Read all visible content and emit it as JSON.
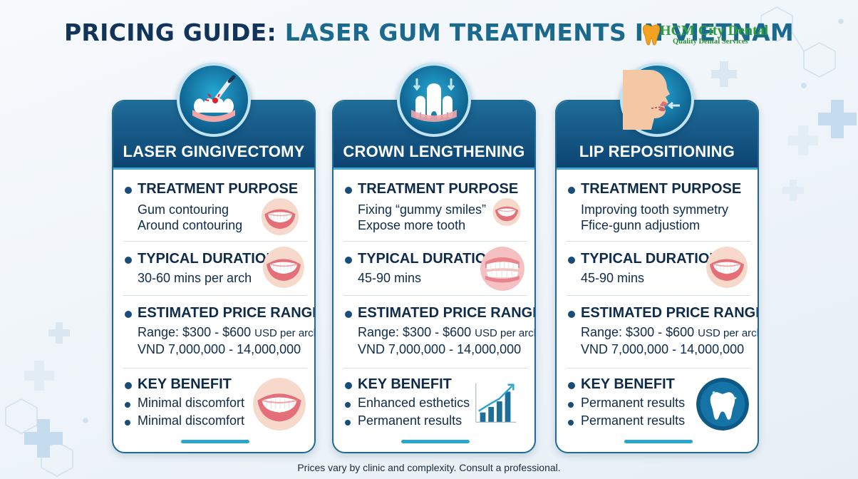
{
  "title": {
    "part1": "PRICING GUIDE: ",
    "part2": "LASER GUM TREATMENTS IN VIETNAM"
  },
  "logo": {
    "name": "HCM City Dental",
    "tagline": "Quality Dental Services"
  },
  "colors": {
    "navy": "#0e2c4a",
    "accent": "#1b6a8e",
    "card_header": "#1f6c98",
    "logo_green": "#2f9d3a"
  },
  "cards": [
    {
      "title": "LASER GINGIVECTOMY",
      "icon": "laser-gum-icon",
      "purpose_title": "TREATMENT PURPOSE",
      "purpose_lines": [
        "Gum contouring",
        "Around contouring"
      ],
      "duration_title": "TYPICAL DURATION",
      "duration": "30-60 mins per arch",
      "price_title": "ESTIMATED PRICE RANGE",
      "price_usd": "Range: $300 - $600",
      "price_usd_unit": "USD per arch",
      "price_vnd": "VND 7,000,000 - 14,000,000",
      "benefit_title": "KEY BENEFIT",
      "benefits": [
        "Minimal discomfort",
        "Minimal discomfort"
      ]
    },
    {
      "title": "CROWN LENGTHENING",
      "icon": "tooth-lengthening-icon",
      "purpose_title": "TREATMENT PURPOSE",
      "purpose_lines": [
        "Fixing “gummy smiles”",
        "Expose more tooth"
      ],
      "duration_title": "TYPICAL DURATION",
      "duration": "45-90 mins",
      "price_title": "ESTIMATED PRICE RANGE",
      "price_usd": "Range: $300 - $600",
      "price_usd_unit": "USD per arch",
      "price_vnd": "VND 7,000,000 - 14,000,000",
      "benefit_title": "KEY BENEFIT",
      "benefits": [
        "Enhanced esthetics",
        "Permanent results"
      ]
    },
    {
      "title": "LIP REPOSITIONING",
      "icon": "lip-profile-icon",
      "purpose_title": "TREATMENT PURPOSE",
      "purpose_lines": [
        "Improving tooth symmetry",
        "Ffice-gunn adjustiom"
      ],
      "duration_title": "TYPICAL DURATION",
      "duration": "45-90 mins",
      "price_title": "ESTIMATED PRICE RANGE",
      "price_usd": "Range: $300 - $600",
      "price_usd_unit": "USD per arch",
      "price_vnd": "VND 7,000,000 - 14,000,000",
      "benefit_title": "KEY BENEFIT",
      "benefits": [
        "Permanent results",
        "Permanent results"
      ]
    }
  ],
  "footer": "Prices vary by clinic and complexity. Consult a professional."
}
